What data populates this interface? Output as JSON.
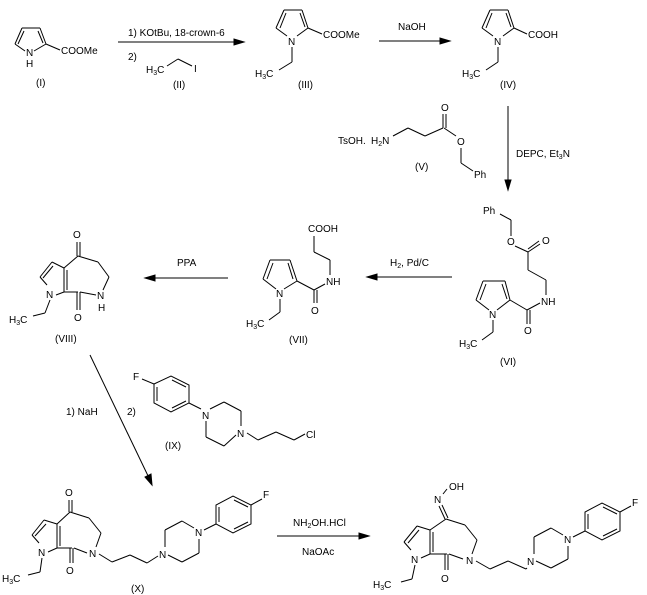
{
  "compounds": {
    "I": {
      "label": "(I)",
      "substituent": "COOMe",
      "nh": "N",
      "h": "H"
    },
    "II": {
      "label": "(II)",
      "methyl": "H",
      "methyl_sub": "3",
      "methyl_c": "C",
      "halogen": "I"
    },
    "III": {
      "label": "(III)",
      "substituent": "COOMe",
      "n": "N",
      "methyl": "H",
      "methyl_sub": "3",
      "methyl_c": "C"
    },
    "IV": {
      "label": "(IV)",
      "substituent": "COOH",
      "n": "N",
      "methyl": "H",
      "methyl_sub": "3",
      "methyl_c": "C"
    },
    "V": {
      "label": "(V)",
      "salt": "TsOH.",
      "amine": "H",
      "amine_sub": "2",
      "amine_n": "N",
      "carbonyl_o": "O",
      "ester_o": "O",
      "phenyl": "Ph"
    },
    "VI": {
      "label": "(VI)",
      "phenyl": "Ph",
      "ester_o": "O",
      "carbonyl_o": "O",
      "nh": "NH",
      "amide_o": "O",
      "n": "N",
      "methyl": "H",
      "methyl_sub": "3",
      "methyl_c": "C"
    },
    "VII": {
      "label": "(VII)",
      "acid": "COOH",
      "nh": "NH",
      "amide_o": "O",
      "n": "N",
      "methyl": "H",
      "methyl_sub": "3",
      "methyl_c": "C"
    },
    "VIII": {
      "label": "(VIII)",
      "ketone_o": "O",
      "lactam_o": "O",
      "n": "N",
      "nh": "N",
      "h": "H",
      "methyl": "H",
      "methyl_sub": "3",
      "methyl_c": "C"
    },
    "IX": {
      "label": "(IX)",
      "fluoro": "F",
      "n1": "N",
      "n2": "N",
      "chloro": "Cl"
    },
    "X": {
      "label": "(X)",
      "ketone_o": "O",
      "lactam_o": "O",
      "n": "N",
      "n_lactam": "N",
      "pip_n1": "N",
      "pip_n2": "N",
      "fluoro": "F",
      "methyl": "H",
      "methyl_sub": "3",
      "methyl_c": "C"
    },
    "product": {
      "oxime_n": "N",
      "oxime_oh": "OH",
      "lactam_o": "O",
      "n": "N",
      "n_lactam": "N",
      "pip_n1": "N",
      "pip_n2": "N",
      "fluoro": "F",
      "methyl": "H",
      "methyl_sub": "3",
      "methyl_c": "C"
    }
  },
  "reactions": {
    "step1": {
      "reagent_line1": "1) KOtBu, 18-crown-6",
      "reagent_line2": "2)"
    },
    "step2": {
      "reagent": "NaOH"
    },
    "step3": {
      "reagent": "DEPC, Et",
      "reagent_sub": "3",
      "reagent_end": "N"
    },
    "step4": {
      "reagent": "H",
      "reagent_sub": "2",
      "reagent_end": ", Pd/C"
    },
    "step5": {
      "reagent": "PPA"
    },
    "step6": {
      "reagent_line1": "1) NaH",
      "reagent_line2": "2)"
    },
    "step7": {
      "reagent_top": "NH",
      "reagent_top_sub": "2",
      "reagent_top_end": "OH.HCl",
      "reagent_bottom": "NaOAc"
    }
  }
}
